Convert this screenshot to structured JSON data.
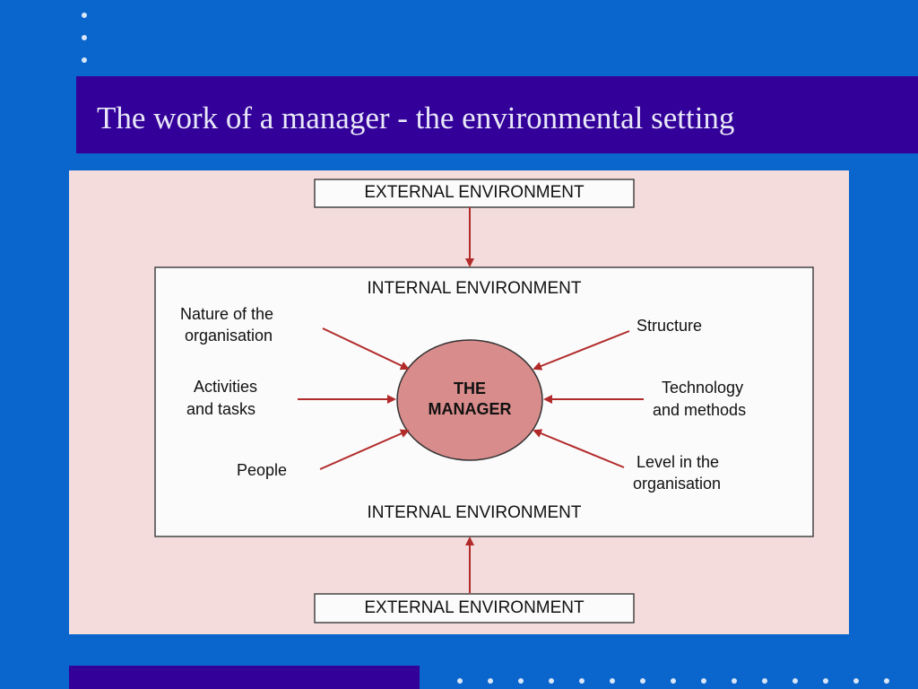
{
  "slide": {
    "title": "The work of a manager - the environmental setting"
  },
  "diagram": {
    "external_top": "EXTERNAL ENVIRONMENT",
    "external_bottom": "EXTERNAL ENVIRONMENT",
    "internal_top": "INTERNAL ENVIRONMENT",
    "internal_bottom": "INTERNAL ENVIRONMENT",
    "center": {
      "line1": "THE",
      "line2": "MANAGER"
    },
    "left_factors": [
      {
        "line1": "Nature of the",
        "line2": "organisation"
      },
      {
        "line1": "Activities",
        "line2": "and tasks"
      },
      {
        "line1": "People",
        "line2": ""
      }
    ],
    "right_factors": [
      {
        "line1": "Structure",
        "line2": ""
      },
      {
        "line1": "Technology",
        "line2": "and methods"
      },
      {
        "line1": "Level in the",
        "line2": "organisation"
      }
    ]
  },
  "colors": {
    "background": "#0a66cc",
    "title_bar": "#330099",
    "paper": "#f4dcdc",
    "arrow": "#b22a2a",
    "manager_circle": "#d98c8c"
  }
}
